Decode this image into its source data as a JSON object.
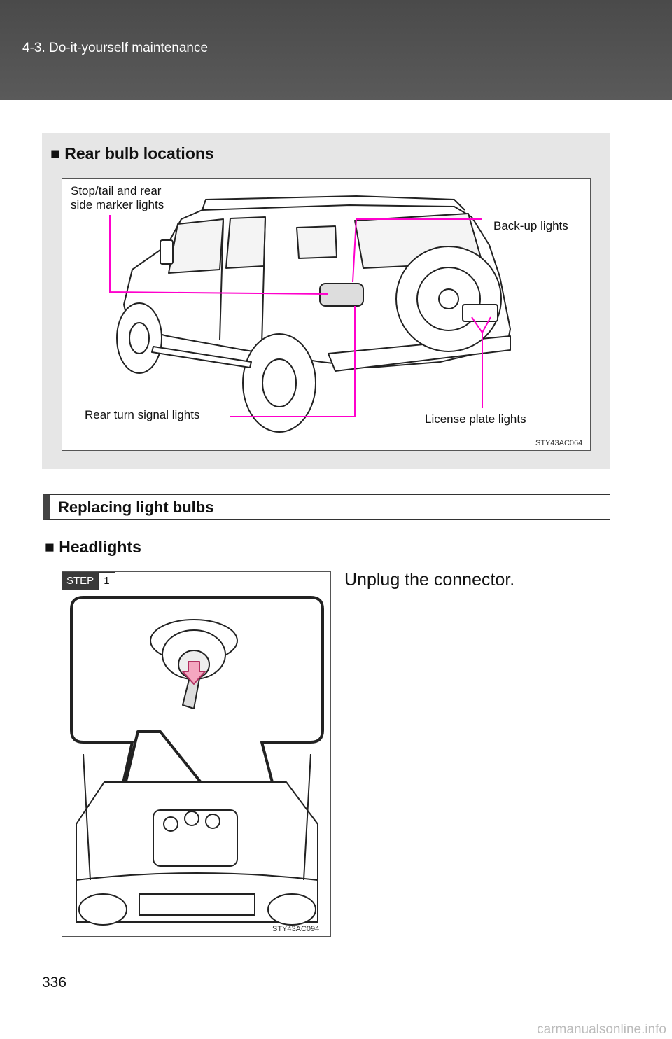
{
  "header": {
    "section": "4-3. Do-it-yourself maintenance"
  },
  "rear_bulbs": {
    "title": "■ Rear bulb locations",
    "labels": {
      "stop_tail_line1": "Stop/tail and rear",
      "stop_tail_line2": "side marker lights",
      "backup": "Back-up lights",
      "rear_turn": "Rear turn signal lights",
      "license": "License plate lights"
    },
    "figure_code": "STY43AC064"
  },
  "section": {
    "title": "Replacing light bulbs"
  },
  "headlights": {
    "title": "■ Headlights",
    "step_word": "STEP",
    "step_number": "1",
    "instruction": "Unplug the connector.",
    "figure_code": "STY43AC094"
  },
  "page_number": "336",
  "watermark": "carmanualsonline.info",
  "colors": {
    "callout_line": "#ff00cc",
    "header_bg": "#525252",
    "panel_bg": "#e6e6e6"
  }
}
